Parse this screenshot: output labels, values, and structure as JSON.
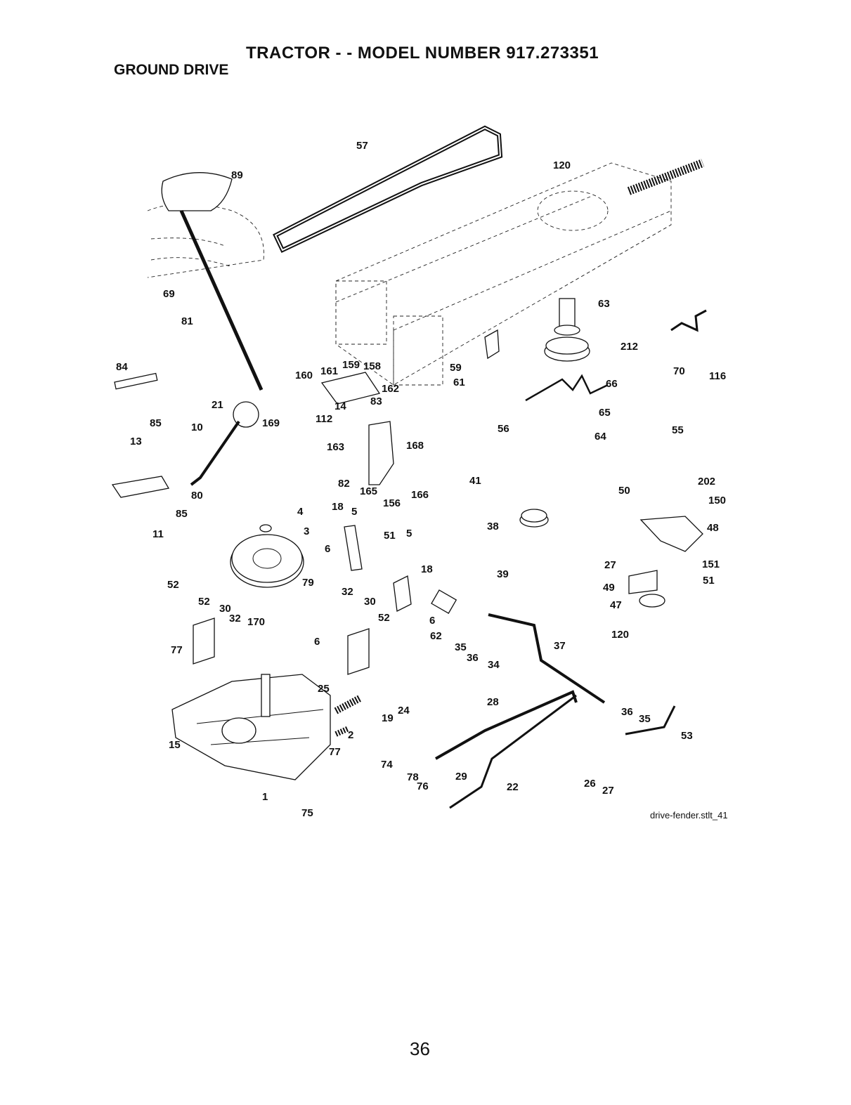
{
  "header": {
    "title": "TRACTOR - - MODEL NUMBER 917.273351",
    "subtitle": "GROUND DRIVE"
  },
  "diagram": {
    "caption": "drive-fender.stlt_41",
    "callouts": [
      "57",
      "89",
      "120",
      "69",
      "63",
      "212",
      "81",
      "70",
      "116",
      "84",
      "160",
      "161",
      "159",
      "158",
      "162",
      "66",
      "59",
      "21",
      "61",
      "85",
      "10",
      "169",
      "112",
      "14",
      "83",
      "65",
      "56",
      "55",
      "64",
      "13",
      "163",
      "168",
      "82",
      "165",
      "166",
      "156",
      "41",
      "50",
      "202",
      "150",
      "80",
      "85",
      "18",
      "5",
      "4",
      "3",
      "51",
      "38",
      "48",
      "11",
      "5",
      "6",
      "18",
      "27",
      "151",
      "39",
      "51",
      "52",
      "79",
      "49",
      "32",
      "30",
      "47",
      "52",
      "30",
      "32",
      "170",
      "52",
      "62",
      "6",
      "120",
      "77",
      "35",
      "36",
      "34",
      "37",
      "6",
      "25",
      "36",
      "24",
      "35",
      "19",
      "28",
      "53",
      "15",
      "2",
      "77",
      "74",
      "29",
      "78",
      "76",
      "22",
      "26",
      "27",
      "1",
      "75"
    ]
  },
  "footer": {
    "page_number": "36"
  }
}
